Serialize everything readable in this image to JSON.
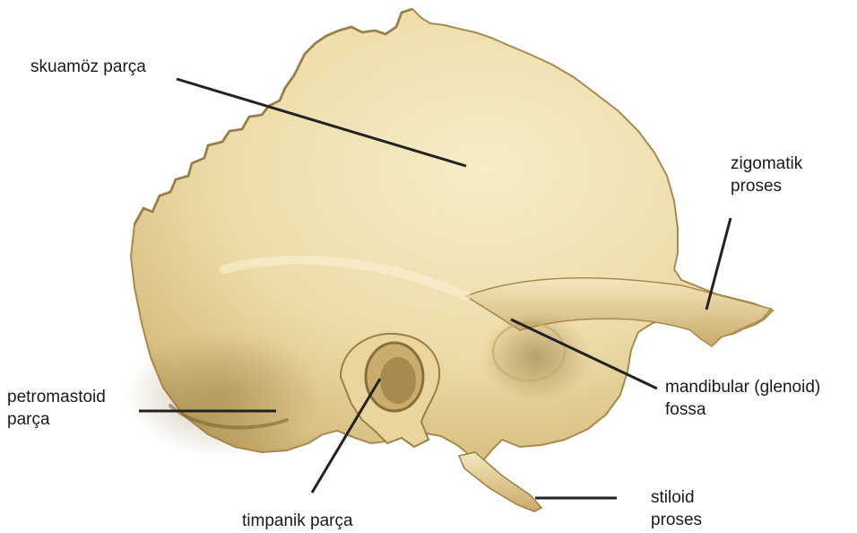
{
  "labels": {
    "squamous": "skuamöz parça",
    "zygomatic": [
      "zigomatik",
      "proses"
    ],
    "petromastoid": [
      "petromastoid",
      "parça"
    ],
    "mandibular": [
      "mandibular (glenoid)",
      "fossa"
    ],
    "styloid": [
      "stiloid",
      "proses"
    ],
    "tympanic": "timpanik parça"
  },
  "colors": {
    "bone_light": "#f3e6b8",
    "bone_mid": "#e3cf92",
    "bone_dark": "#b89b5a",
    "bone_shadow": "#8a6f38",
    "leader_line": "#222222",
    "text": "#1a1a1a"
  }
}
